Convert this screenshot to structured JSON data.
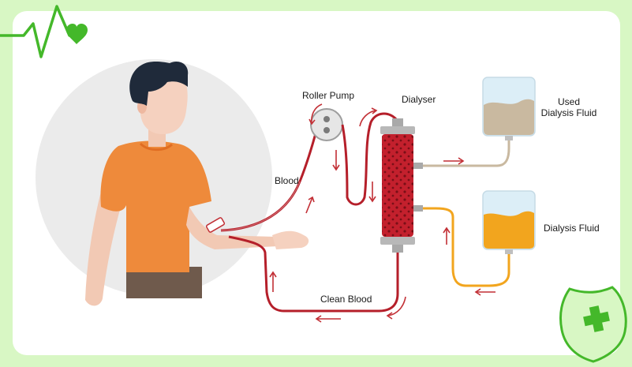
{
  "labels": {
    "roller_pump": "Roller Pump",
    "dialyser": "Dialyser",
    "used_fluid_line1": "Used",
    "used_fluid_line2": "Dialysis Fluid",
    "blood": "Blood",
    "dialysis_fluid": "Dialysis Fluid",
    "clean_blood": "Clean Blood"
  },
  "icons": {
    "corner_top_left": "heartbeat-heart-icon",
    "corner_bottom_right": "medical-cross-shield-icon"
  },
  "colors": {
    "page_background": "#d8f7c4",
    "accent_green": "#44b82a",
    "blood_tube": "#b51f2a",
    "used_fluid": "#c9b9a0",
    "fresh_fluid": "#f2a51e",
    "shirt": "#ee8a3b"
  }
}
